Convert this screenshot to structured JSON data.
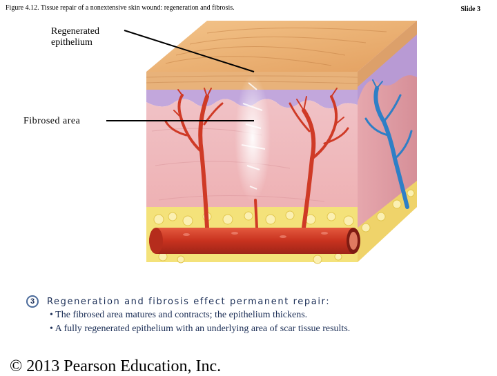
{
  "caption": "Figure 4.12. Tissue repair of a nonextensive skin wound: regeneration and fibrosis.",
  "slide_number": "Slide 3",
  "labels": {
    "regenerated_line1": "Regenerated",
    "regenerated_line2": "epithelium",
    "fibrosed": "Fibrosed area"
  },
  "step": {
    "number": "3",
    "title": "Regeneration and fibrosis effect permanent repair:",
    "bullets": [
      "• The fibrosed area matures and contracts; the epithelium thickens.",
      "• A fully regenerated epithelium with an underlying area of scar tissue results."
    ]
  },
  "copyright": "© 2013 Pearson Education, Inc.",
  "colors": {
    "epidermis": "#e8b27a",
    "basal_layer": "#b9a0d8",
    "dermis": "#f2b8b8",
    "fat": "#f4e27a",
    "artery": "#d6402a",
    "vein": "#2e7fc6",
    "step_text": "#1a2d55"
  }
}
